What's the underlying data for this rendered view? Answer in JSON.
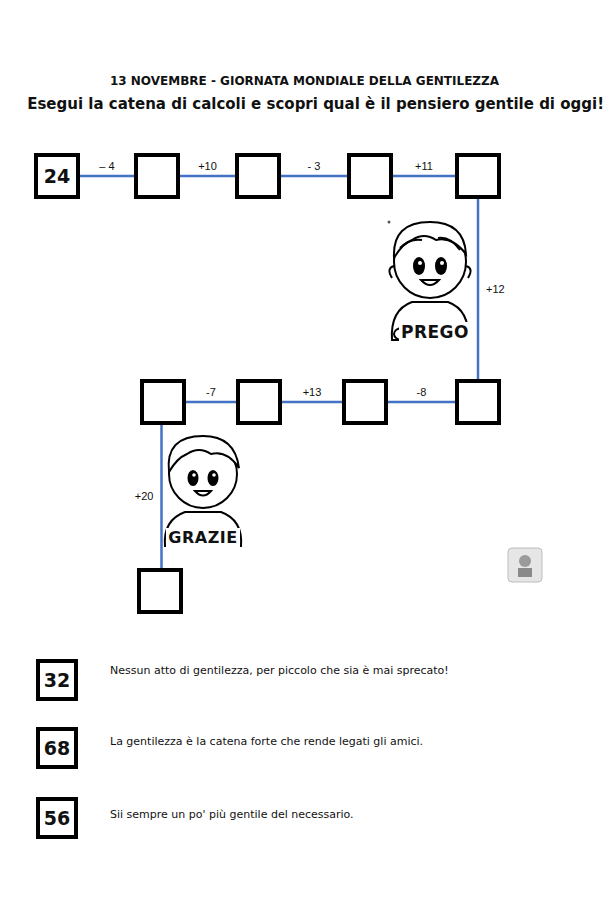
{
  "diagram": {
    "title": "13 NOVEMBRE -  GIORNATA MONDIALE DELLA GENTILEZZA",
    "nodes": [
      {
        "text": [
          "24"
        ]
      },
      {
        "text": []
      },
      {
        "text": []
      },
      {
        "text": []
      },
      {
        "text": []
      },
      {
        "text": []
      },
      {
        "text": []
      },
      {
        "text": []
      },
      {
        "text": []
      },
      {
        "text": []
      },
      {
        "text": [
          "32"
        ]
      },
      {
        "text": [
          "68"
        ]
      },
      {
        "text": [
          "56"
        ]
      }
    ],
    "edges": [
      {
        "from": 0,
        "to": 1,
        "arrow": "none",
        "label": "– 4"
      },
      {
        "from": 1,
        "to": 2,
        "arrow": "none",
        "label": "+10"
      },
      {
        "from": 2,
        "to": 3,
        "arrow": "none",
        "label": "- 3"
      },
      {
        "from": 3,
        "to": 4,
        "arrow": "none",
        "label": "+11"
      },
      {
        "from": 4,
        "to": 5,
        "arrow": "none",
        "label": "+12"
      },
      {
        "from": 5,
        "to": 6,
        "arrow": "none",
        "label": "-8"
      },
      {
        "from": 6,
        "to": 7,
        "arrow": "none",
        "label": "+13"
      },
      {
        "from": 7,
        "to": 8,
        "arrow": "none",
        "label": "-7"
      },
      {
        "from": 8,
        "to": 9,
        "arrow": "none",
        "label": "+20"
      }
    ],
    "labels": [
      "Esegui la catena di calcoli e scopri qual è il pensiero gentile di oggi!",
      "PREGO",
      "GRAZIE",
      "Nessun atto di gentilezza, per piccolo che sia è mai sprecato!",
      "La gentilezza è la catena forte che rende legati gli amici.",
      "Sii sempre un po' più gentile del necessario."
    ]
  }
}
